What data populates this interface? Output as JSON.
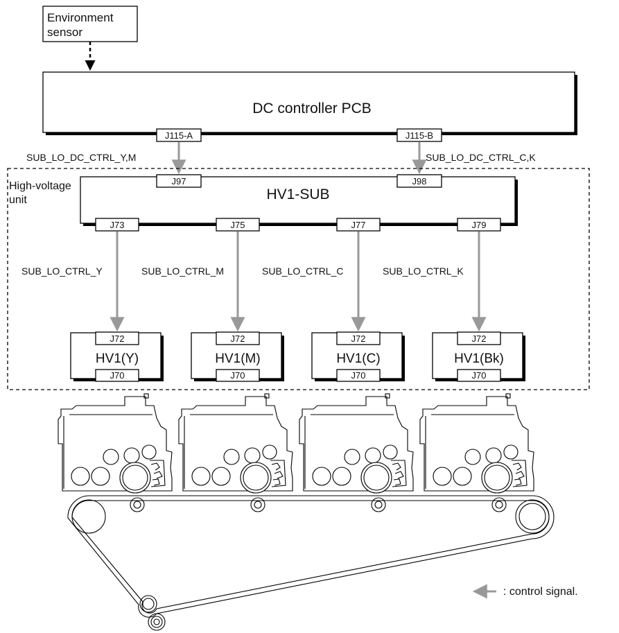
{
  "env_sensor": {
    "line1": "Environment",
    "line2": "sensor"
  },
  "dc_controller": {
    "title": "DC controller PCB",
    "conn_a": "J115-A",
    "conn_b": "J115-B"
  },
  "signals": {
    "left": "SUB_LO_DC_CTRL_Y,M",
    "right": "SUB_LO_DC_CTRL_C,K"
  },
  "hv_unit": {
    "label_line1": "High-voltage",
    "label_line2": "unit"
  },
  "hv1_sub": {
    "title": "HV1-SUB",
    "in_a": "J97",
    "in_b": "J98"
  },
  "channels": [
    {
      "out_conn": "J73",
      "signal": "SUB_LO_CTRL_Y",
      "in_conn": "J72",
      "name": "HV1(Y)",
      "bottom_conn": "J70"
    },
    {
      "out_conn": "J75",
      "signal": "SUB_LO_CTRL_M",
      "in_conn": "J72",
      "name": "HV1(M)",
      "bottom_conn": "J70"
    },
    {
      "out_conn": "J77",
      "signal": "SUB_LO_CTRL_C",
      "in_conn": "J72",
      "name": "HV1(C)",
      "bottom_conn": "J70"
    },
    {
      "out_conn": "J79",
      "signal": "SUB_LO_CTRL_K",
      "in_conn": "J72",
      "name": "HV1(Bk)",
      "bottom_conn": "J70"
    }
  ],
  "legend": {
    "text": ": control signal.",
    "arrow_color": "#999999"
  },
  "colors": {
    "arrow": "#999999",
    "line": "#000000"
  }
}
